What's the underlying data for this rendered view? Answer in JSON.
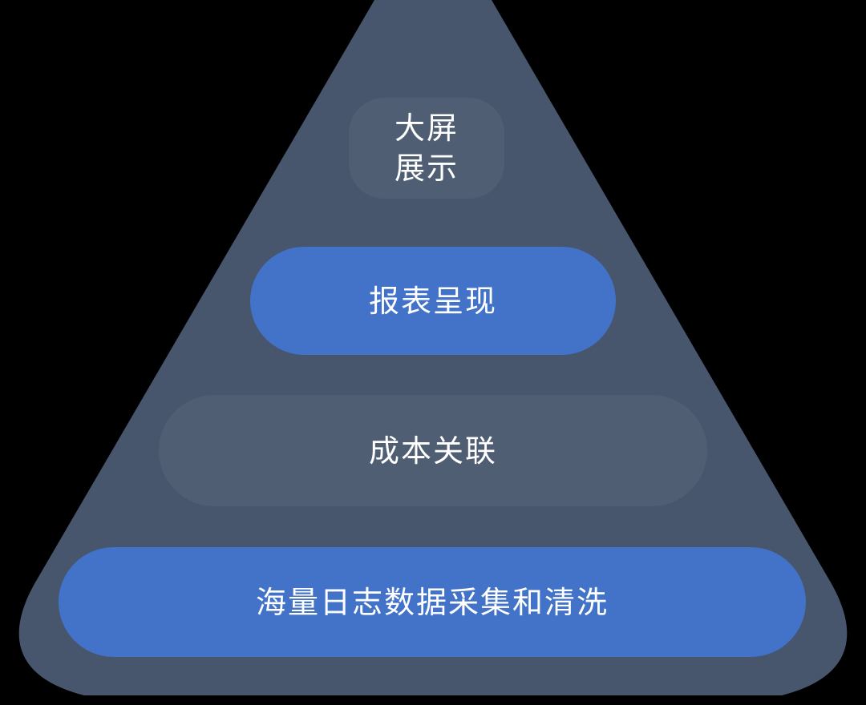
{
  "diagram": {
    "type": "pyramid",
    "colors": {
      "background": "#000000",
      "pyramid": "#47566C",
      "accent": "#4273C8",
      "text": "#FFFFFF",
      "tier_overlay": "rgba(255,255,255,0.05)"
    },
    "tiers": [
      {
        "label_line1": "大屏",
        "label_line2": "展示",
        "style": "subtle-highlight"
      },
      {
        "label": "报表呈现",
        "style": "blue-pill"
      },
      {
        "label": "成本关联",
        "style": "subtle-pill"
      },
      {
        "label": "海量日志数据采集和清洗",
        "style": "blue-pill"
      }
    ]
  }
}
